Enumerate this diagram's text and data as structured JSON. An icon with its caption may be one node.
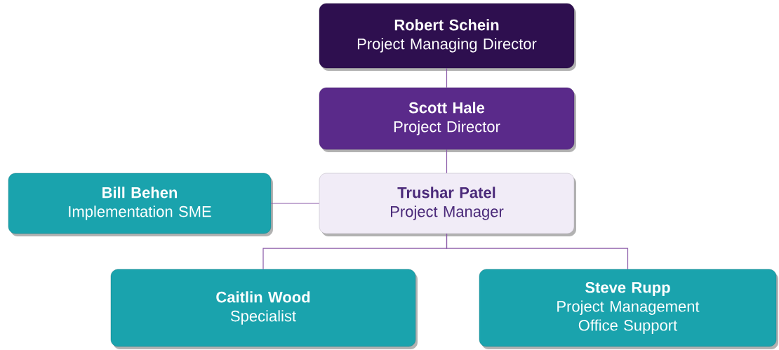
{
  "diagram": {
    "nodes": [
      {
        "text": [
          "Robert Schein",
          "Project Managing Director"
        ]
      },
      {
        "text": [
          "Scott Hale",
          "Project Director"
        ]
      },
      {
        "text": [
          "Trushar Patel",
          "Project Manager"
        ]
      },
      {
        "text": [
          "Bill Behen",
          "Implementation SME"
        ]
      },
      {
        "text": [
          "Caitlin Wood",
          "Specialist"
        ]
      },
      {
        "text": [
          "Steve Rupp",
          "Project Management Office Support"
        ]
      }
    ],
    "edges": [
      {
        "from": 0,
        "to": 1,
        "arrow": "none"
      },
      {
        "from": 1,
        "to": 2,
        "arrow": "none"
      },
      {
        "from": 3,
        "to": 2,
        "arrow": "none"
      },
      {
        "from": 2,
        "to": 4,
        "arrow": "none"
      },
      {
        "from": 2,
        "to": 5,
        "arrow": "none"
      }
    ]
  }
}
